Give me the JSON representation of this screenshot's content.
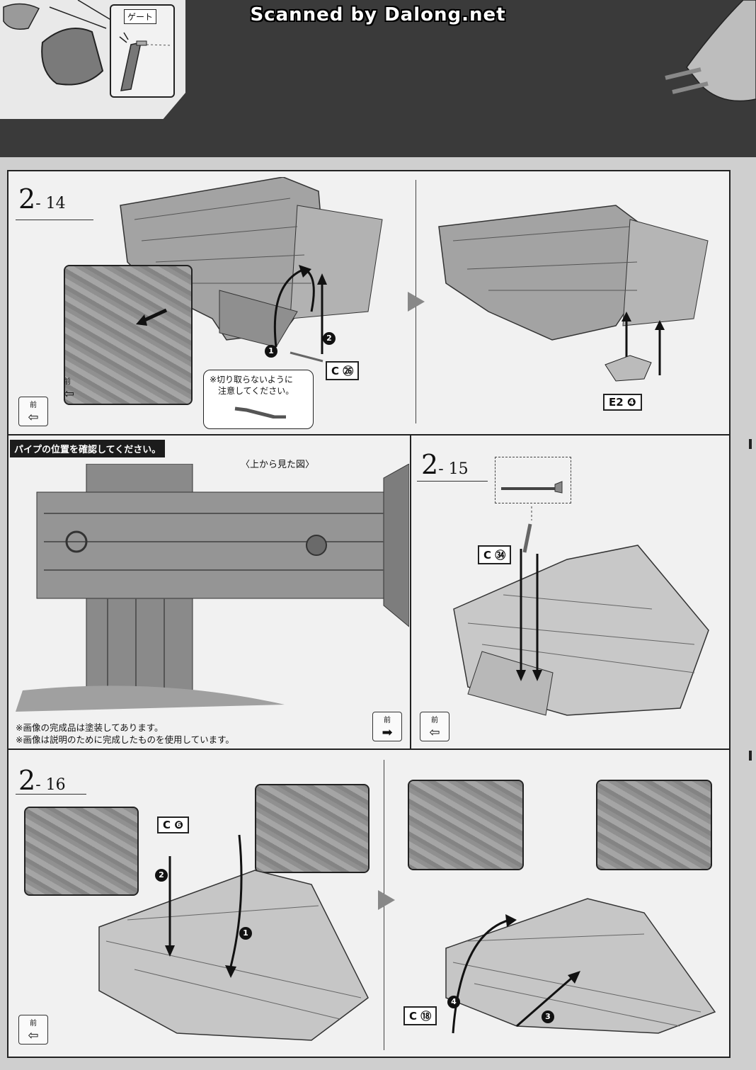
{
  "header": {
    "scan_credit": "Scanned by Dalong.net",
    "gate_label": "ゲート"
  },
  "steps": {
    "s14": {
      "number": "2",
      "suffix": "- 14",
      "front_inset_label": "前",
      "front_badge_label": "前",
      "part": "C ㉖",
      "note_line1": "※切り取らないように",
      "note_line2": "注意してください。",
      "callout_1": "1",
      "callout_2": "2",
      "part_right": "E2 ❹"
    },
    "pipe_check": {
      "banner": "パイプの位置を確認してください。",
      "view_label": "〈上から見た図〉",
      "note_line1": "※画像の完成品は塗装してあります。",
      "note_line2": "※画像は説明のために完成したものを使用しています。",
      "front_label": "前"
    },
    "s15": {
      "number": "2",
      "suffix": "- 15",
      "part": "C ㉞",
      "front_label": "前"
    },
    "s16": {
      "number": "2",
      "suffix": "- 16",
      "part_left": "C ❻",
      "part_right": "C ⑱",
      "callout_1": "1",
      "callout_2": "2",
      "callout_3": "3",
      "callout_4": "4",
      "front_label": "前"
    }
  },
  "colors": {
    "paper": "#f1f1f1",
    "dark_band": "#3a3a3a",
    "ink": "#111111",
    "model_gray": "#9a9a9a"
  }
}
